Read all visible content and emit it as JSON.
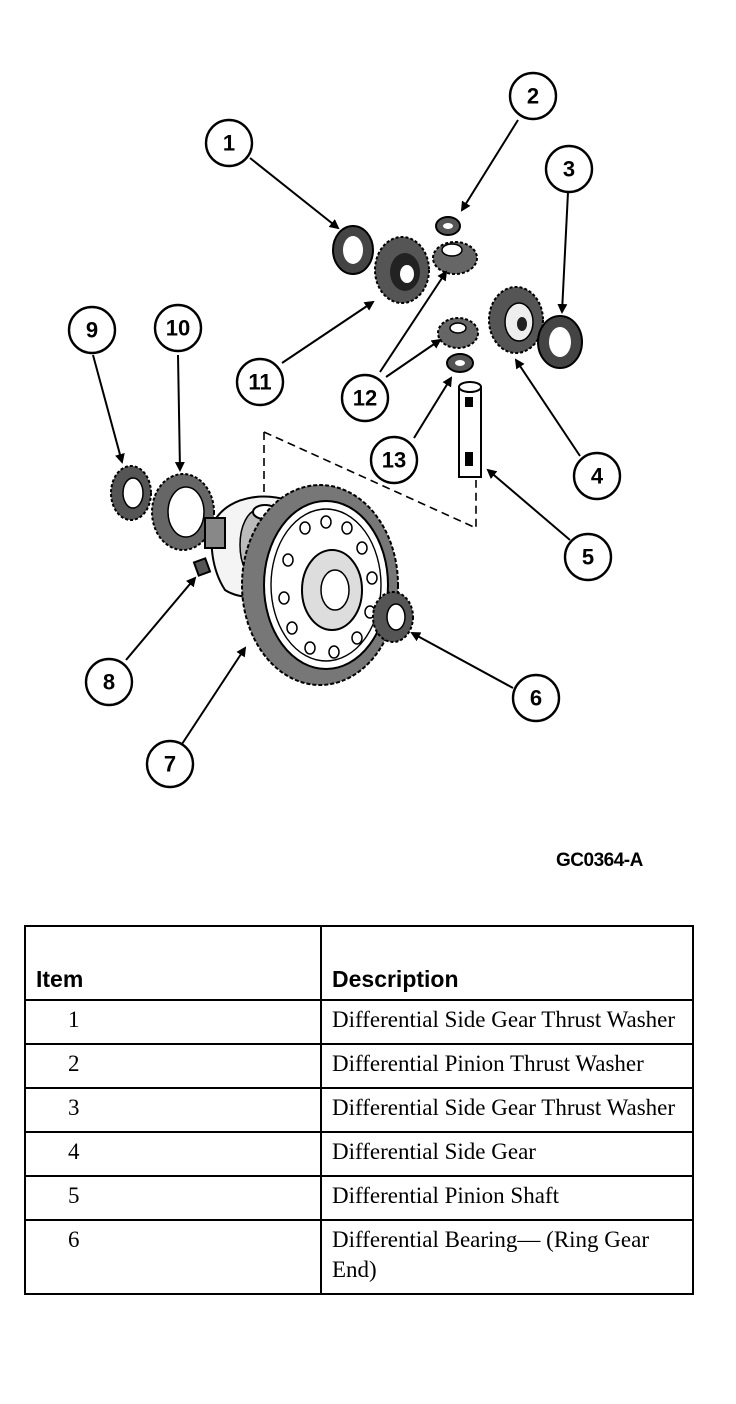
{
  "figure": {
    "code": "GC0364-A",
    "callouts": [
      "1",
      "2",
      "3",
      "4",
      "5",
      "6",
      "7",
      "8",
      "9",
      "10",
      "11",
      "12",
      "13"
    ]
  },
  "table": {
    "headers": {
      "item": "Item",
      "description": "Description"
    },
    "rows": [
      {
        "item": "1",
        "description": "Differential Side Gear Thrust Washer"
      },
      {
        "item": "2",
        "description": "Differential Pinion Thrust Washer"
      },
      {
        "item": "3",
        "description": "Differential Side Gear Thrust Washer"
      },
      {
        "item": "4",
        "description": "Differential Side Gear"
      },
      {
        "item": "5",
        "description": "Differential Pinion Shaft"
      },
      {
        "item": "6",
        "description": "Differential Bearing— (Ring Gear End)"
      }
    ]
  }
}
